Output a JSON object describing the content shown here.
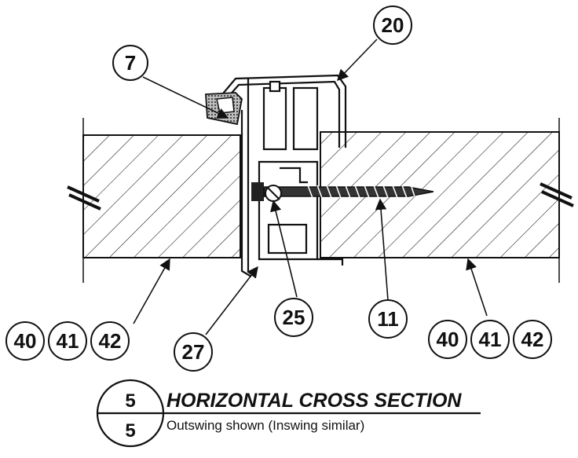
{
  "callouts": {
    "left_profile": "7",
    "top_profile": "20",
    "fastener_center": "25",
    "screw": "11",
    "frame_lower": "27",
    "left_panel": [
      "40",
      "41",
      "42"
    ],
    "right_panel": [
      "40",
      "41",
      "42"
    ]
  },
  "title_block": {
    "detail_number": "5",
    "sheet_number": "5",
    "title": "HORIZONTAL CROSS SECTION",
    "subtitle": "Outswing shown (Inswing similar)"
  },
  "colors": {
    "ink": "#111111",
    "background": "#ffffff",
    "gasket": "#4a4a4a"
  }
}
